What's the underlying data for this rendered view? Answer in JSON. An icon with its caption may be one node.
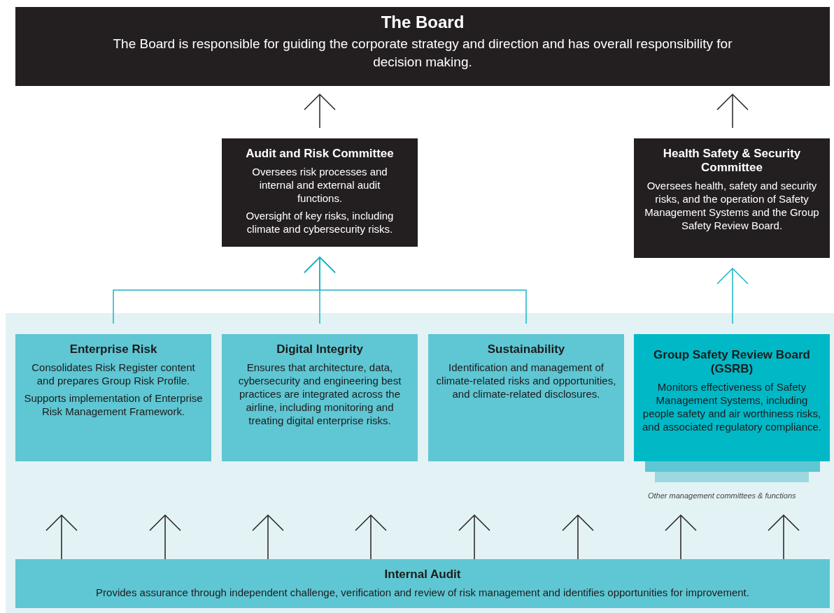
{
  "diagram": {
    "nodes": [
      {
        "text": [
          "The Board",
          "The Board is responsible for guiding the corporate strategy and direction and has overall responsibility for decision making."
        ]
      },
      {
        "text": [
          "Audit and Risk Committee",
          "Oversees risk processes and internal and external audit functions.",
          "Oversight of key risks, including climate and cybersecurity risks."
        ]
      },
      {
        "text": [
          "Health Safety & Security Committee",
          "Oversees health, safety and security risks, and the operation of Safety Management Systems and the Group Safety Review Board."
        ]
      },
      {
        "text": [],
        "shape": "box"
      },
      {
        "text": [
          "Enterprise Risk",
          "Consolidates Risk Register content and prepares Group Risk Profile.",
          "Supports implementation of Enterprise Risk Management Framework."
        ],
        "in": 3
      },
      {
        "text": [
          "Digital Integrity",
          "Ensures that architecture, data, cybersecurity and engineering best practices are integrated across the airline, including monitoring and treating digital enterprise risks."
        ],
        "in": 3
      },
      {
        "text": [
          "Sustainability",
          "Identification and management of climate-related risks and opportunities, and climate-related disclosures."
        ],
        "in": 3
      },
      {
        "text": [
          "Group Safety Review Board (GSRB)",
          "Monitors effectiveness of Safety Management Systems, including people safety and air worthiness risks, and associated regulatory compliance."
        ],
        "in": 3
      },
      {
        "text": [
          "Internal Audit",
          "Provides assurance through independent challenge, verification and review of risk management and identifies opportunities for improvement."
        ],
        "in": 3
      }
    ],
    "edges": [
      {
        "from": 1,
        "to": 0,
        "arrow": "to"
      },
      {
        "from": 2,
        "to": 0,
        "arrow": "to"
      },
      {
        "from": 4,
        "to": 1,
        "arrow": "to",
        "color": "#19b5c6"
      },
      {
        "from": 5,
        "to": 1,
        "arrow": "to",
        "color": "#19b5c6"
      },
      {
        "from": 6,
        "to": 1,
        "arrow": "to",
        "color": "#19b5c6"
      },
      {
        "from": 7,
        "to": 2,
        "arrow": "to",
        "color": "#19b5c6"
      },
      {
        "from": 8,
        "to": null,
        "arrow": "to"
      },
      {
        "from": 8,
        "to": null,
        "arrow": "to"
      },
      {
        "from": 8,
        "to": null,
        "arrow": "to"
      },
      {
        "from": 8,
        "to": null,
        "arrow": "to"
      },
      {
        "from": 8,
        "to": null,
        "arrow": "to"
      },
      {
        "from": 8,
        "to": null,
        "arrow": "to"
      },
      {
        "from": 8,
        "to": null,
        "arrow": "to"
      },
      {
        "from": 8,
        "to": null,
        "arrow": "to"
      }
    ],
    "labels": [
      "Other management committees & functions"
    ]
  }
}
